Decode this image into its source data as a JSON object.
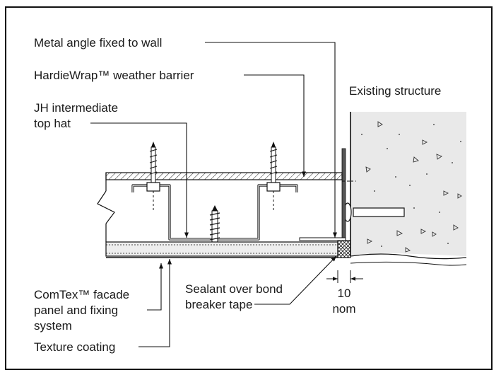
{
  "labels": {
    "metal_angle": "Metal angle fixed to wall",
    "weather_barrier": "HardieWrap™ weather barrier",
    "existing_structure": "Existing structure",
    "top_hat_line1": "JH intermediate",
    "top_hat_line2": "top hat",
    "facade_line1": "ComTex™ facade",
    "facade_line2": "panel and fixing",
    "facade_line3": "system",
    "texture": "Texture coating",
    "sealant_line1": "Sealant over bond",
    "sealant_line2": "breaker tape",
    "dim_value": "10",
    "dim_unit": "nom"
  }
}
